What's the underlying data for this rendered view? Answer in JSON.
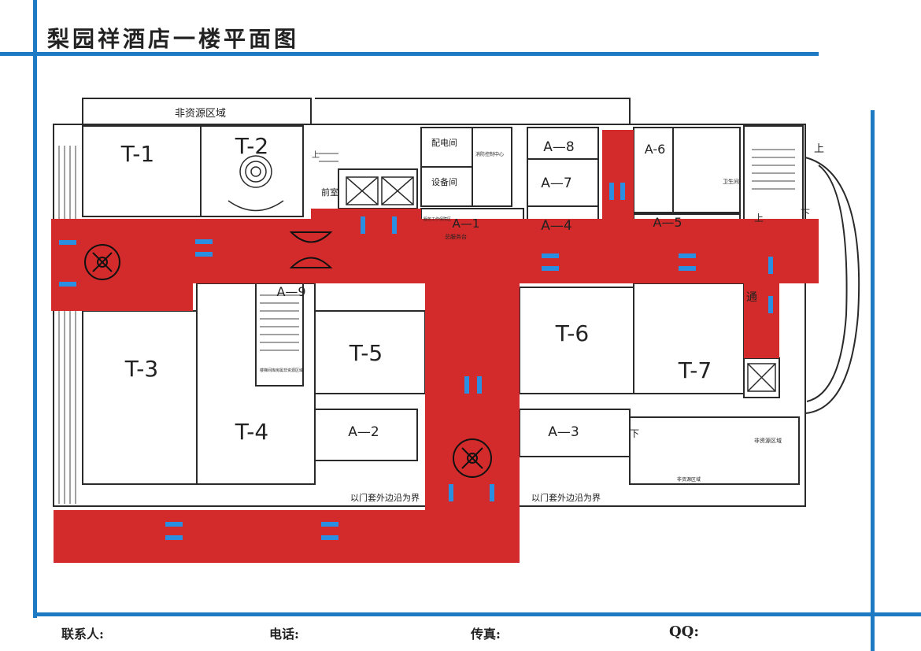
{
  "title": "梨园祥酒店一楼平面图",
  "colors": {
    "frame": "#1f7ac4",
    "corridor": "#d32b2b",
    "arrow": "#2a8fe0",
    "wall": "#2a2a2a"
  },
  "rooms": {
    "t1": "T-1",
    "t2": "T-2",
    "t3": "T-3",
    "t4": "T-4",
    "t5": "T-5",
    "t6": "T-6",
    "t7": "T-7",
    "a1": "A—1",
    "a2": "A—2",
    "a3": "A—3",
    "a4": "A—4",
    "a5": "A—5",
    "a6": "A-6",
    "a7": "A—7",
    "a8": "A—8",
    "a9": "A—9"
  },
  "labels": {
    "non_resource_top": "非资源区域",
    "non_resource_right": "非资源区域",
    "non_resource_bottom_right": "非资源区域",
    "power_room": "配电间",
    "equipment_room": "设备间",
    "fire_control": "消防控制中心",
    "front_room": "前室",
    "service_desk": "总服务台",
    "staff_area": "服务工作保障区",
    "stair_storage": "楼梯间库房属非资源区域",
    "toilet": "卫生间",
    "passage": "通",
    "up_1": "上",
    "up_2": "上",
    "up_3": "上",
    "down_1": "下",
    "down_2": "下",
    "door_edge_left": "以门套外边沿为界",
    "door_edge_right": "以门套外边沿为界"
  },
  "footer": {
    "contact": "联系人:",
    "phone": "电话:",
    "fax": "传真:",
    "qq": "QQ:"
  }
}
